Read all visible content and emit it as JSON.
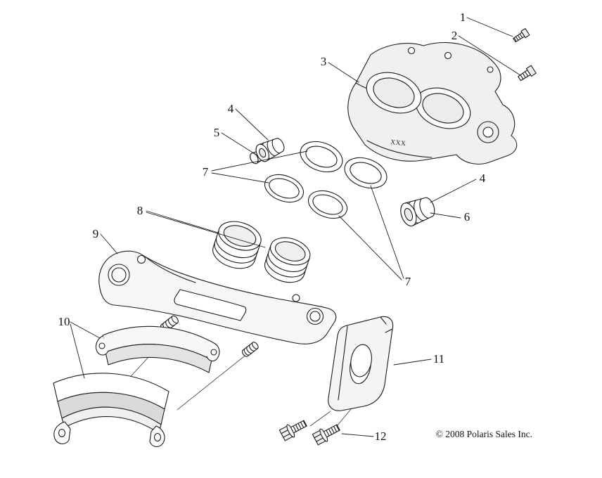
{
  "diagram": {
    "copyright": "© 2008 Polaris Sales Inc.",
    "caliper_marking": "XXX",
    "callouts": [
      {
        "label": "1"
      },
      {
        "label": "2"
      },
      {
        "label": "3"
      },
      {
        "label": "4"
      },
      {
        "label": "5"
      },
      {
        "label": "7"
      },
      {
        "label": "4"
      },
      {
        "label": "6"
      },
      {
        "label": "8"
      },
      {
        "label": "9"
      },
      {
        "label": "7"
      },
      {
        "label": "10"
      },
      {
        "label": "11"
      },
      {
        "label": "12"
      }
    ]
  }
}
